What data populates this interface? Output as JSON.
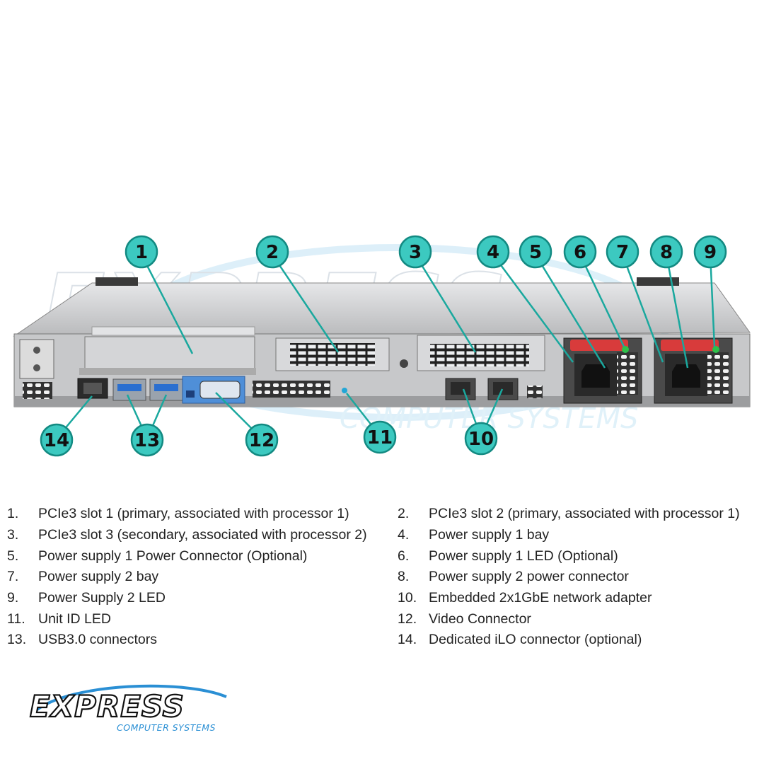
{
  "watermark": {
    "word": "EXPRESS",
    "tagline": "COMPUTER SYSTEMS"
  },
  "callouts": [
    "1",
    "2",
    "3",
    "4",
    "5",
    "6",
    "7",
    "8",
    "9",
    "10",
    "11",
    "12",
    "13",
    "14"
  ],
  "legend": [
    {
      "num": "1.",
      "text": "PCIe3 slot 1 (primary, associated with processor 1)"
    },
    {
      "num": "2.",
      "text": "PCIe3 slot 2 (primary, associated with processor 1)"
    },
    {
      "num": "3.",
      "text": "PCIe3 slot 3 (secondary, associated with processor 2)"
    },
    {
      "num": "4.",
      "text": "Power supply 1 bay"
    },
    {
      "num": "5.",
      "text": "Power supply 1 Power Connector (Optional)"
    },
    {
      "num": "6.",
      "text": "Power supply 1 LED (Optional)"
    },
    {
      "num": "7.",
      "text": "Power supply 2 bay"
    },
    {
      "num": "8.",
      "text": "Power supply 2 power connector"
    },
    {
      "num": "9.",
      "text": "Power Supply 2 LED"
    },
    {
      "num": "10.",
      "text": "Embedded 2x1GbE network adapter"
    },
    {
      "num": "11.",
      "text": "Unit ID LED"
    },
    {
      "num": "12.",
      "text": "Video Connector"
    },
    {
      "num": "13.",
      "text": "USB3.0 connectors"
    },
    {
      "num": "14.",
      "text": "Dedicated iLO connector (optional)"
    }
  ],
  "logo": {
    "word": "EXPRESS",
    "tagline": "COMPUTER SYSTEMS"
  },
  "colors": {
    "callout_fill": "#3cc9c0",
    "leader_line": "#1aa89e",
    "logo_blue": "#2a8fd4",
    "chassis": "#c9cacc",
    "psu_handle": "#d83b3b"
  }
}
